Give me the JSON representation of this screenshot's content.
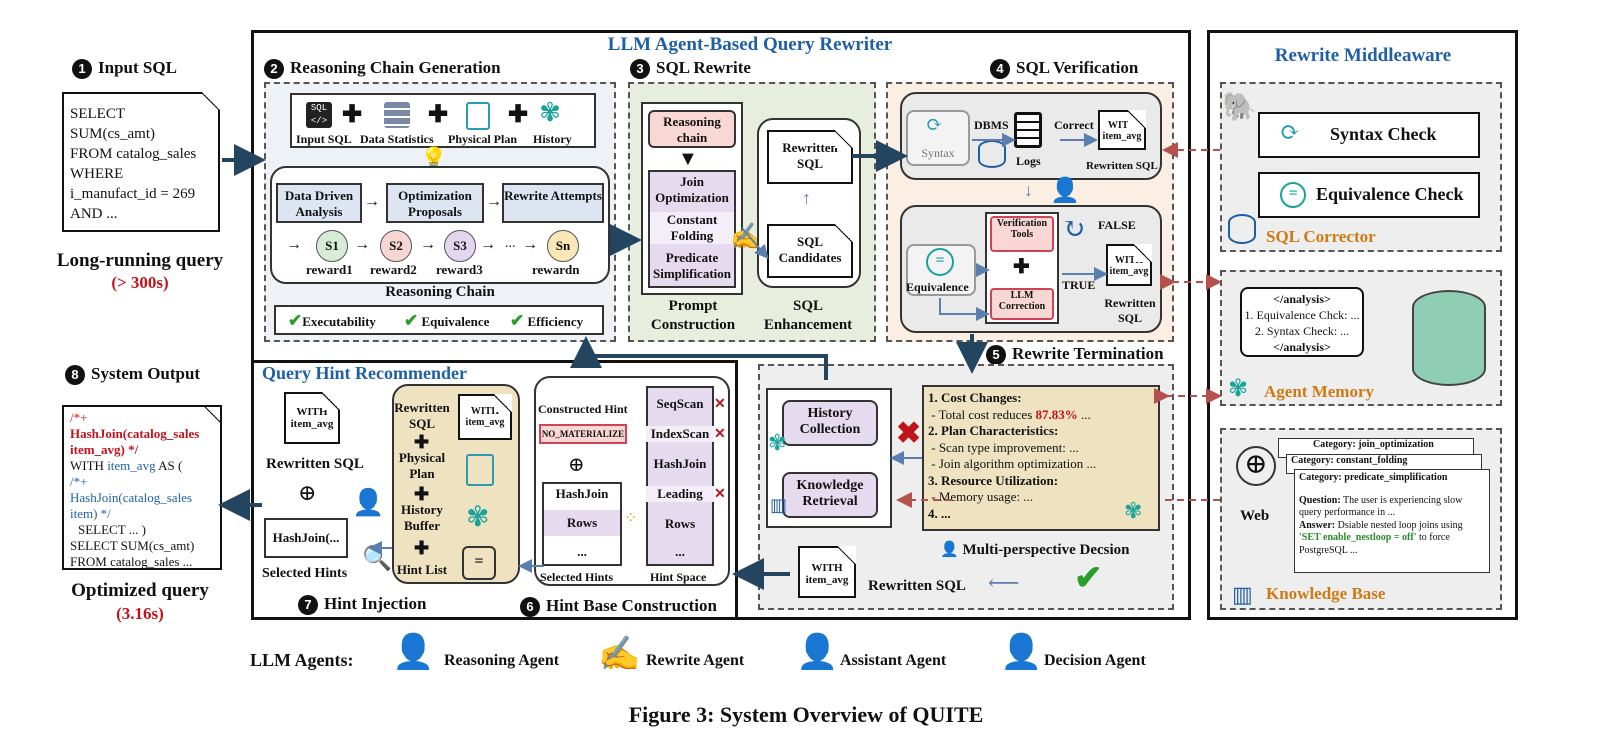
{
  "caption": "Figure 3: System Overview of QUITE",
  "input": {
    "step": "1",
    "title": "Input SQL",
    "sql": [
      "SELECT",
      "SUM(cs_amt)",
      "FROM catalog_sales",
      "WHERE",
      "i_manufact_id = 269",
      "AND ..."
    ],
    "note": "Long-running query",
    "time": "(> 300s)"
  },
  "output": {
    "step": "8",
    "title": "System Output",
    "sql_red": [
      "/*+",
      "HashJoin(catalog_sales",
      "item_avg) */"
    ],
    "sql_mix": "WITH item_avg AS (",
    "sql_blue": [
      "/*+",
      "HashJoin(catalog_sales",
      "item) */"
    ],
    "sql_tail": [
      "SELECT ... )",
      "SELECT SUM(cs_amt)",
      "FROM catalog_sales ..."
    ],
    "note": "Optimized query",
    "time": "(3.16s)"
  },
  "rewriter": {
    "title": "LLM Agent-Based Query Rewriter"
  },
  "reasoning": {
    "step": "2",
    "title": "Reasoning Chain Generation",
    "inputs": [
      "Input SQL",
      "Data Statistics",
      "Physical Plan",
      "History"
    ],
    "stages": [
      "Data Driven Analysis",
      "Optimization Proposals",
      "Rewrite Attempts"
    ],
    "nodes": [
      "S1",
      "S2",
      "S3",
      "...",
      "Sn"
    ],
    "rewards": [
      "reward1",
      "reward2",
      "reward3",
      "rewardn"
    ],
    "chain_label": "Reasoning Chain",
    "checks": [
      "Executability",
      "Equivalence",
      "Efficiency"
    ]
  },
  "rewrite": {
    "step": "3",
    "title": "SQL Rewrite",
    "prompt_items": [
      "Reasoning chain",
      "Join Optimization",
      "Constant Folding",
      "Predicate Simplification"
    ],
    "prompt_label": "Prompt Construction",
    "rewritten": "Rewritten SQL",
    "candidates": "SQL Candidates",
    "enh_label": "SQL Enhancement"
  },
  "verify": {
    "step": "4",
    "title": "SQL Verification",
    "syntax": "Syntax",
    "dbms": "DBMS",
    "logs": "Logs",
    "correct": "Correct",
    "with": "WITH item_avg",
    "rewritten": "Rewritten SQL",
    "false": "FALSE",
    "true": "TRUE",
    "equivalence": "Equivalence",
    "vtools": "Verification Tools",
    "llmcorr": "LLM Correction"
  },
  "termination": {
    "step": "5",
    "title": "Rewrite Termination",
    "history": "History Collection",
    "knowledge": "Knowledge Retrieval",
    "items": [
      {
        "h": "1. Cost Changes:",
        "l": [
          "- Total cost reduces "
        ],
        "pct": "87.83%",
        "tail": " ..."
      },
      {
        "h": "2. Plan Characteristics:",
        "l": [
          "- Scan type improvement: ...",
          "- Join algorithm optimization ..."
        ]
      },
      {
        "h": "3. Resource Utilization:",
        "l": [
          "- Memory usage: ..."
        ]
      },
      {
        "h": "4. ...",
        "l": []
      }
    ],
    "decision": "Multi-perspective Decsion",
    "with": "WITH item_avg",
    "rewritten": "Rewritten SQL"
  },
  "hint": {
    "title": "Query Hint Recommender",
    "with": "WITH item_avg",
    "rewritten": "Rewritten SQL",
    "hashjoin": "HashJoin(...",
    "selected": "Selected Hints",
    "buffer": [
      "Rewritten SQL",
      "Physical Plan",
      "History Buffer",
      "Hint List"
    ],
    "constructed": "Constructed Hint",
    "nomat": "NO_MATERIALIZE",
    "sel_list": [
      "HashJoin",
      "Rows",
      "..."
    ],
    "sel_label": "Selected Hints",
    "space": [
      "SeqScan",
      "IndexScan",
      "HashJoin",
      "Leading",
      "Rows",
      "..."
    ],
    "space_label": "Hint Space",
    "inject_step": "7",
    "inject": "Hint Injection",
    "base_step": "6",
    "base": "Hint Base Construction"
  },
  "middleware": {
    "title": "Rewrite Middleaware",
    "syntax": "Syntax Check",
    "equiv": "Equivalence Check",
    "corrector": "SQL Corrector",
    "memory_lines": [
      "</analysis>",
      "1. Equivalence Chck: ...",
      "2. Syntax Check: ...",
      "</analysis>"
    ],
    "memory": "Agent Memory",
    "web": "Web",
    "cats": [
      "Category: join_optimization",
      "Category: constant_folding",
      "Category: predicate_simplification"
    ],
    "q": "Question:",
    "qt": " The user is experiencing slow query performance in ...",
    "a": "Answer:",
    "at1": " Dsiable nested loop joins using ",
    "at2": "'SET enable_nestloop = off'",
    "at3": " to force PostgreSQL ...",
    "kb": "Knowledge Base"
  },
  "legend": {
    "title": "LLM Agents:",
    "items": [
      "Reasoning Agent",
      "Rewrite Agent",
      "Assistant Agent",
      "Decision Agent"
    ]
  },
  "colors": {
    "blue": "#1f5fa6",
    "orange": "#d07a14",
    "red": "#c0131b",
    "arrow": "#24455f"
  }
}
